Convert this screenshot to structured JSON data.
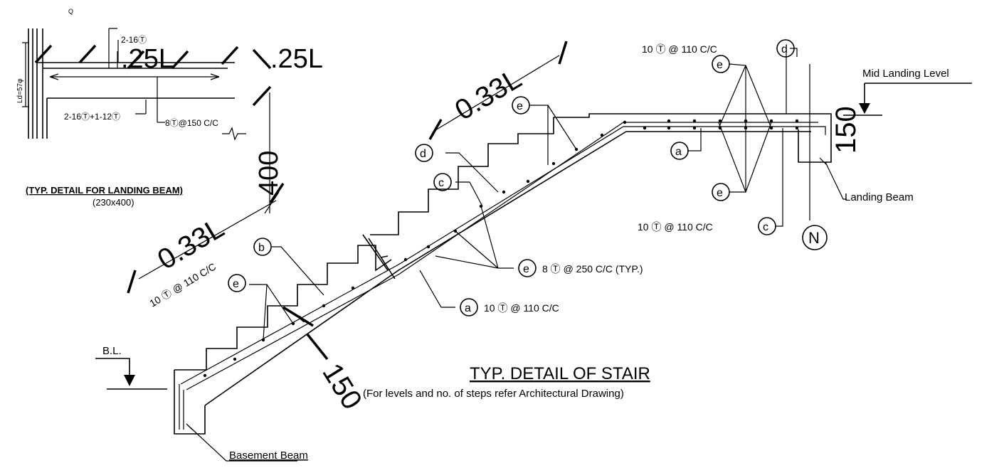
{
  "beam_detail": {
    "top_bars": "2-16Ⓣ",
    "bottom_bars": "2-16Ⓣ+1-12Ⓣ",
    "stirrups": "8Ⓣ@150 C/C",
    "anchorage": "Ld=57φ",
    "mark_q": "Q",
    "dim_left": ".25L",
    "dim_right": ".25L",
    "title": "(TYP. DETAIL FOR LANDING BEAM)",
    "size": "(230x400)"
  },
  "dimensions": {
    "beam_depth": "400",
    "span_upper": "0.33L",
    "span_lower": "0.33L",
    "waist_bottom": "150",
    "waist_top": "150"
  },
  "labels": {
    "mid_landing": "Mid Landing Level",
    "landing_beam": "Landing Beam",
    "basement_beam": "Basement Beam",
    "bl": "B.L.",
    "north": "N"
  },
  "callouts": {
    "d_top": {
      "tag": "d",
      "text": "10 Ⓣ @ 110 C/C"
    },
    "c_right": {
      "tag": "c",
      "text": "10 Ⓣ @ 110 C/C"
    },
    "b_left": {
      "tag": "b",
      "text": "10 Ⓣ @ 110 C/C"
    },
    "e_dist": {
      "tag": "e",
      "text": "8 Ⓣ @ 250 C/C (TYP.)"
    },
    "a_main": {
      "tag": "a",
      "text": "10 Ⓣ @ 110 C/C"
    },
    "tag_a_landing": "a",
    "tag_e": "e",
    "tag_d": "d",
    "tag_c": "c"
  },
  "title": {
    "main": "TYP. DETAIL OF STAIR",
    "note": "(For levels and no. of steps refer Architectural Drawing)"
  }
}
